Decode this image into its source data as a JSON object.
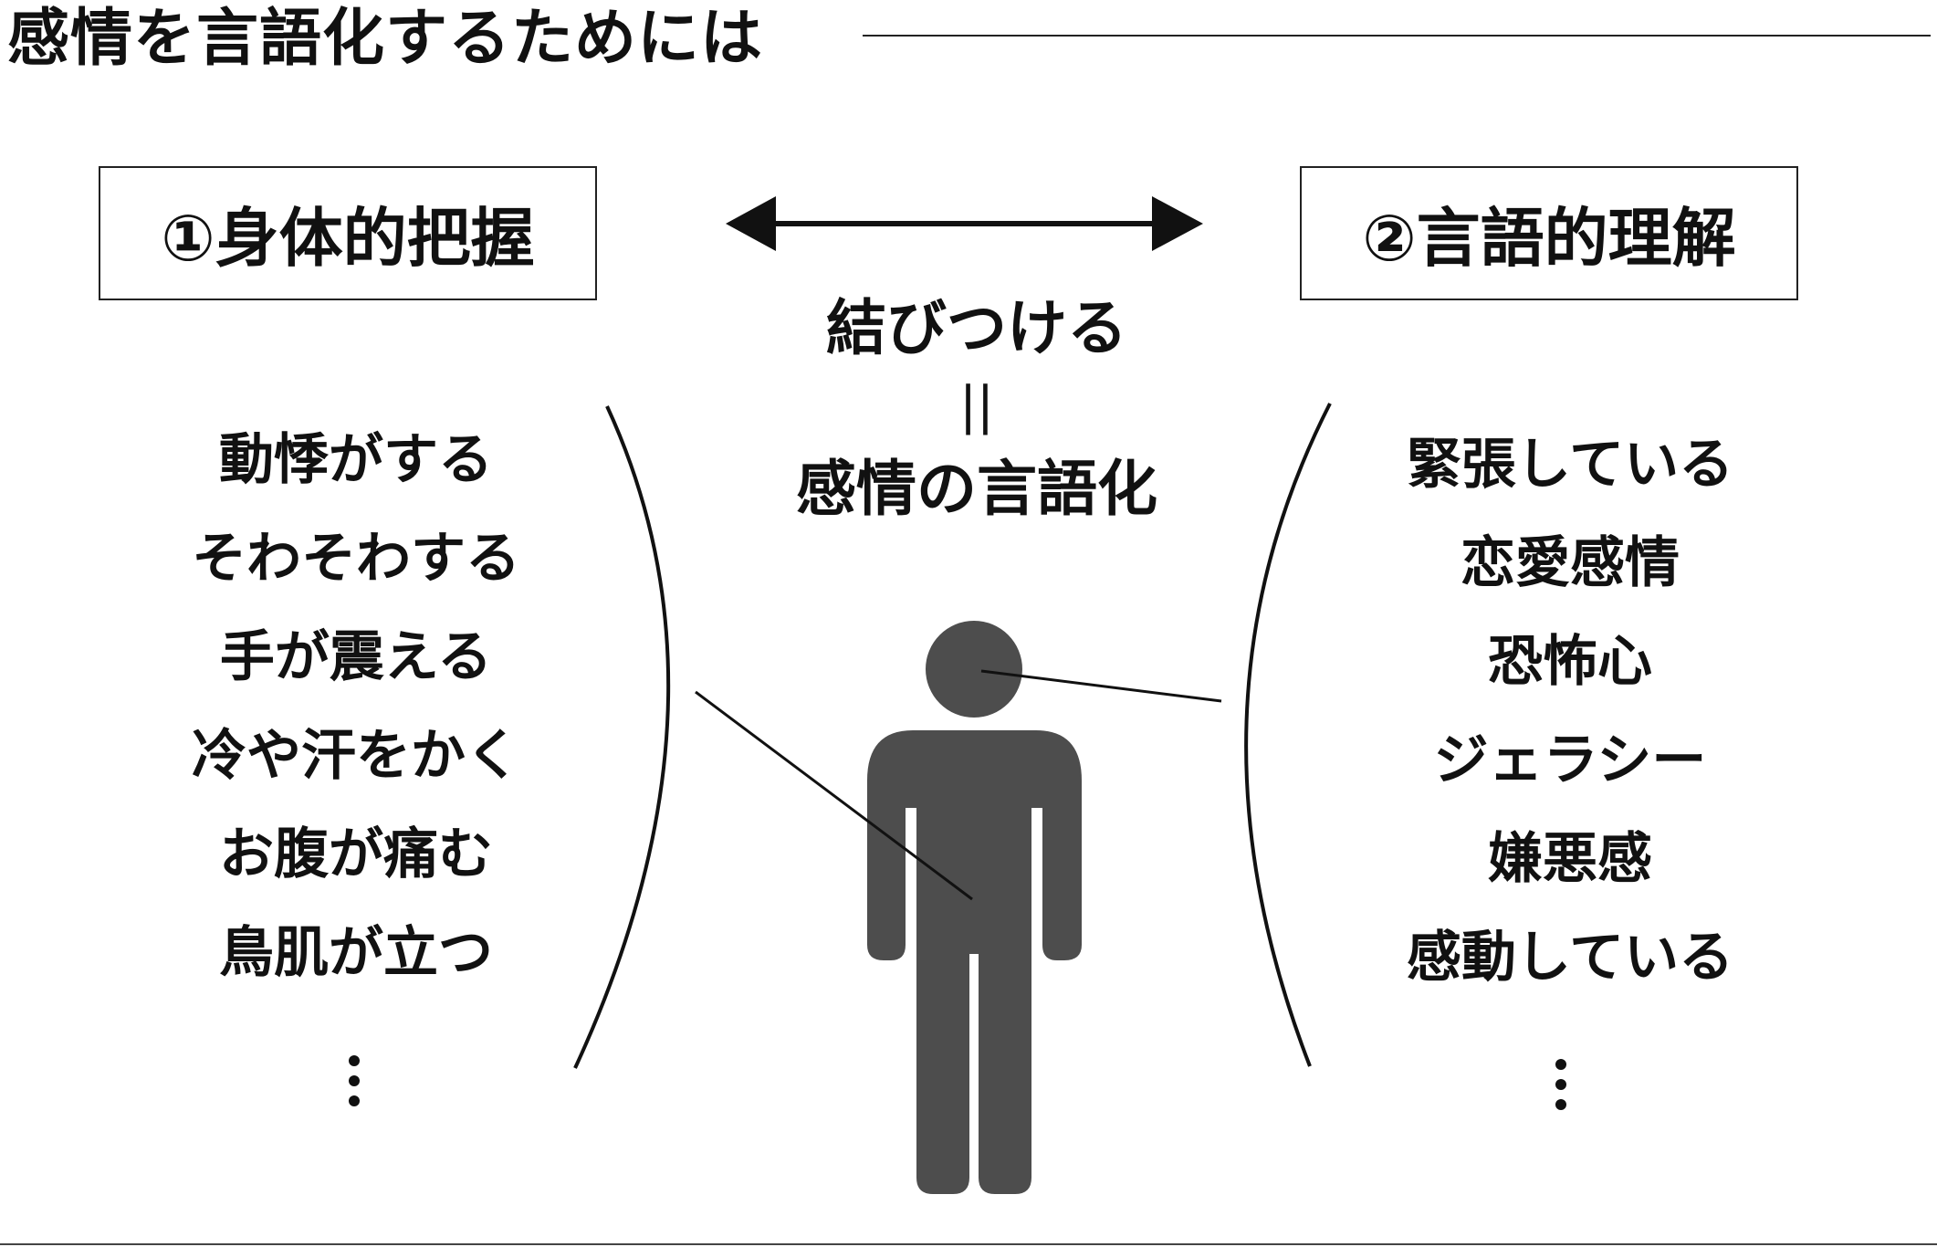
{
  "title": "感情を言語化するためには",
  "left_box": {
    "label": "①身体的把握"
  },
  "right_box": {
    "label": "②言語的理解"
  },
  "center": {
    "connect": "結びつける",
    "equals": "||",
    "verbalization": "感情の言語化"
  },
  "left_list": {
    "items": [
      "動悸がする",
      "そわそわする",
      "手が震える",
      "冷や汗をかく",
      "お腹が痛む",
      "鳥肌が立つ"
    ]
  },
  "right_list": {
    "items": [
      "緊張している",
      "恋愛感情",
      "恐怖心",
      "ジェラシー",
      "嫌悪感",
      "感動している"
    ]
  },
  "colors": {
    "figure": "#4d4d4d",
    "text": "#111111",
    "line": "#111111"
  },
  "icons": [
    "double-arrow-icon",
    "person-icon",
    "left-bracket-icon",
    "right-bracket-icon",
    "ellipsis-icon"
  ]
}
